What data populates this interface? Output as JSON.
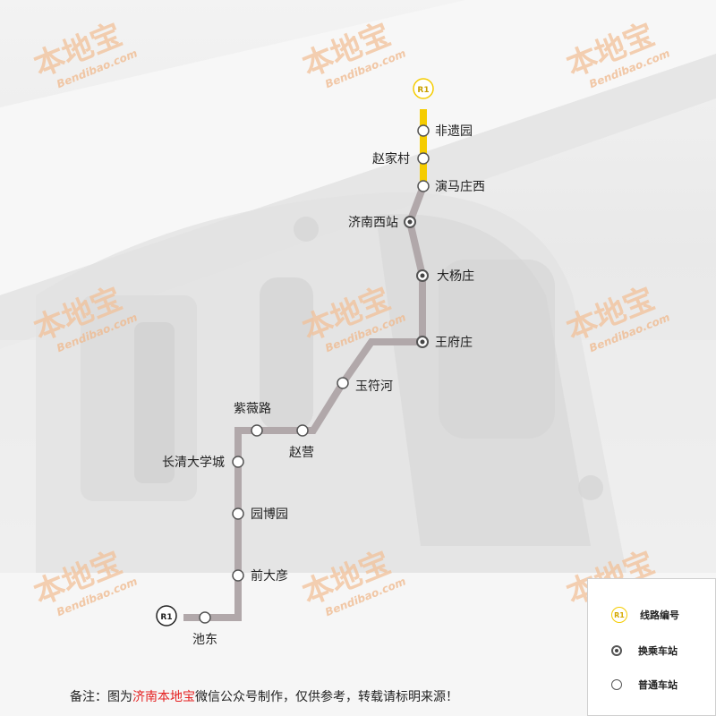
{
  "line": {
    "code": "R1",
    "color_line": "#b1a8aa",
    "color_r1": "#f5cc00"
  },
  "stations": [
    {
      "name": "非遗园",
      "type": "normal"
    },
    {
      "name": "赵家村",
      "type": "normal"
    },
    {
      "name": "演马庄西",
      "type": "normal"
    },
    {
      "name": "济南西站",
      "type": "transfer"
    },
    {
      "name": "大杨庄",
      "type": "transfer"
    },
    {
      "name": "王府庄",
      "type": "transfer"
    },
    {
      "name": "玉符河",
      "type": "normal"
    },
    {
      "name": "赵营",
      "type": "normal"
    },
    {
      "name": "紫薇路",
      "type": "normal"
    },
    {
      "name": "长清大学城",
      "type": "normal"
    },
    {
      "name": "园博园",
      "type": "normal"
    },
    {
      "name": "前大彦",
      "type": "normal"
    },
    {
      "name": "池东",
      "type": "normal"
    }
  ],
  "legend": {
    "line_code": "线路编号",
    "transfer": "换乘车站",
    "normal": "普通车站"
  },
  "note": {
    "prefix": "备注：图为",
    "highlight": "济南本地宝",
    "suffix": "微信公众号制作，仅供参考，转载请标明来源！"
  },
  "watermark": {
    "text": "本地宝",
    "sub": "Bendibao.com"
  }
}
